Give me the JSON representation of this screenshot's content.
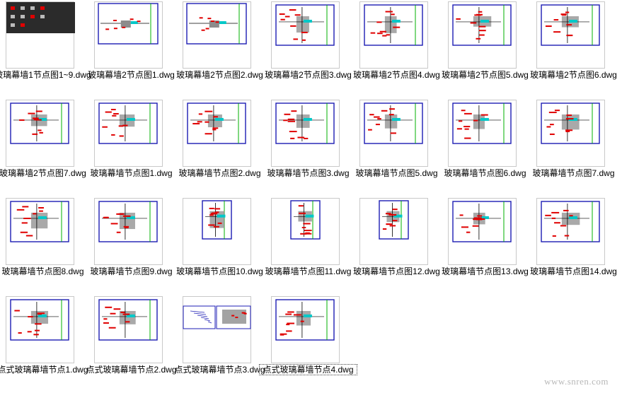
{
  "files": [
    {
      "name": "玻璃幕墙1节点图1~9.dwg",
      "type": "dark"
    },
    {
      "name": "玻璃幕墙2节点图1.dwg",
      "type": "wide"
    },
    {
      "name": "玻璃幕墙2节点图2.dwg",
      "type": "wide"
    },
    {
      "name": "玻璃幕墙2节点图3.dwg",
      "type": "frame"
    },
    {
      "name": "玻璃幕墙2节点图4.dwg",
      "type": "frame"
    },
    {
      "name": "玻璃幕墙2节点图5.dwg",
      "type": "frame"
    },
    {
      "name": "玻璃幕墙2节点图6.dwg",
      "type": "frame"
    },
    {
      "name": "玻璃幕墙2节点图7.dwg",
      "type": "frame"
    },
    {
      "name": "玻璃幕墙节点图1.dwg",
      "type": "frame"
    },
    {
      "name": "玻璃幕墙节点图2.dwg",
      "type": "frame"
    },
    {
      "name": "玻璃幕墙节点图3.dwg",
      "type": "frame"
    },
    {
      "name": "玻璃幕墙节点图5.dwg",
      "type": "frame"
    },
    {
      "name": "玻璃幕墙节点图6.dwg",
      "type": "frame"
    },
    {
      "name": "玻璃幕墙节点图7.dwg",
      "type": "frame"
    },
    {
      "name": "玻璃幕墙节点图8.dwg",
      "type": "frame"
    },
    {
      "name": "玻璃幕墙节点图9.dwg",
      "type": "frame"
    },
    {
      "name": "玻璃幕墙节点图10.dwg",
      "type": "small"
    },
    {
      "name": "玻璃幕墙节点图11.dwg",
      "type": "small"
    },
    {
      "name": "玻璃幕墙节点图12.dwg",
      "type": "small"
    },
    {
      "name": "玻璃幕墙节点图13.dwg",
      "type": "frame"
    },
    {
      "name": "玻璃幕墙节点图14.dwg",
      "type": "frame"
    },
    {
      "name": "点式玻璃幕墙节点1.dwg",
      "type": "frame"
    },
    {
      "name": "点式玻璃幕墙节点2.dwg",
      "type": "frame"
    },
    {
      "name": "点式玻璃幕墙节点3.dwg",
      "type": "split"
    },
    {
      "name": "点式玻璃幕墙节点4.dwg",
      "type": "frame"
    }
  ],
  "selected_index": 24,
  "watermark": "www.snren.com",
  "colors": {
    "frame": "#1c1cb4",
    "green": "#00b000",
    "red": "#e00000",
    "cyan": "#00c8c8",
    "gray": "#8c8c8c",
    "dark": "#2b2b2b"
  }
}
